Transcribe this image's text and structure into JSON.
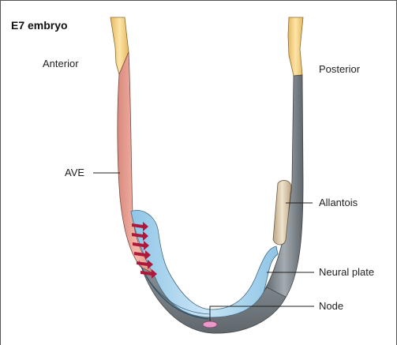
{
  "diagram": {
    "title": "E7 embryo",
    "labels": {
      "anterior": "Anterior",
      "posterior": "Posterior",
      "ave": "AVE",
      "allantois": "Allantois",
      "neural_plate": "Neural plate",
      "node": "Node"
    }
  },
  "colors": {
    "ave_region": "#e8a89a",
    "posterior_region": "#7c858c",
    "neural_plate": "#a9d3ee",
    "extraembryonic": "#f5d48a",
    "allantois": "#d8c6aa",
    "node": "#e79ac8",
    "arrows": "#b0173a"
  }
}
